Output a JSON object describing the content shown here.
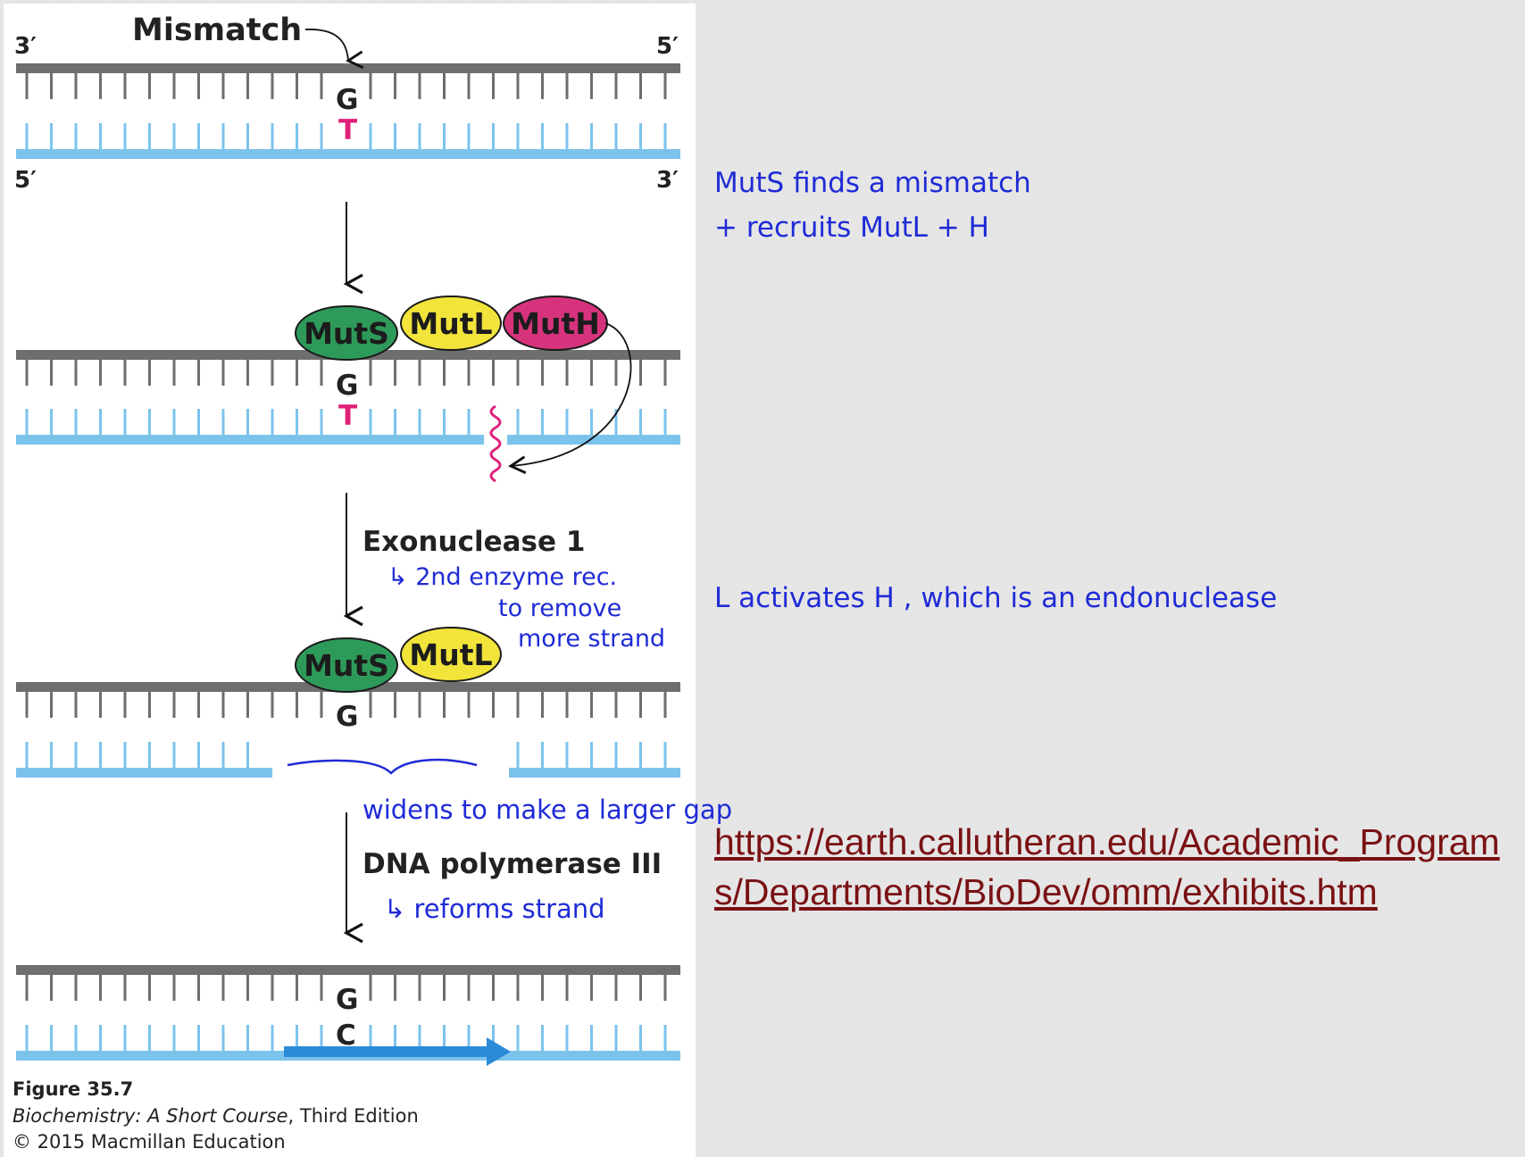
{
  "diagram": {
    "mismatch_label": "Mismatch",
    "strand_ends": {
      "top_left": "3′",
      "top_right": "5′",
      "bottom_left": "5′",
      "bottom_right": "3′"
    },
    "bases": {
      "original_top": "G",
      "mismatched": "T",
      "repaired": "C"
    },
    "proteins": {
      "muts": "MutS",
      "mutl": "MutL",
      "muth": "MutH"
    },
    "steps": {
      "exonuclease": "Exonuclease 1",
      "polymerase": "DNA polymerase III"
    },
    "colors": {
      "template_strand": "#6e6e6e",
      "new_strand": "#7cc3ec",
      "mismatch_base": "#e0217a",
      "muts": "#2e9a5a",
      "mutl": "#f2e43a",
      "muth": "#d6337c",
      "new_synthesis": "#2b8ad8"
    }
  },
  "annotations": {
    "muts_line1": "MutS finds a mismatch",
    "muts_line2": "+ recruits MutL + H",
    "exo_line1": "↳ 2nd enzyme rec.",
    "exo_line2": "to remove",
    "exo_line3": "more strand",
    "l_activates": "L activates H , which is an endonuclease",
    "widens": "widens to make a larger gap",
    "reforms": "↳ reforms strand",
    "color": "#1f2bd6"
  },
  "caption": {
    "figure": "Figure 35.7",
    "book_title": "Biochemistry: A Short Course",
    "edition": ", Third Edition",
    "copyright": "© 2015 Macmillan Education"
  },
  "link": {
    "url": "https://earth.callutheran.edu/Academic_Programs/Departments/BioDev/omm/exhibits.htm",
    "color": "#7a1114"
  }
}
